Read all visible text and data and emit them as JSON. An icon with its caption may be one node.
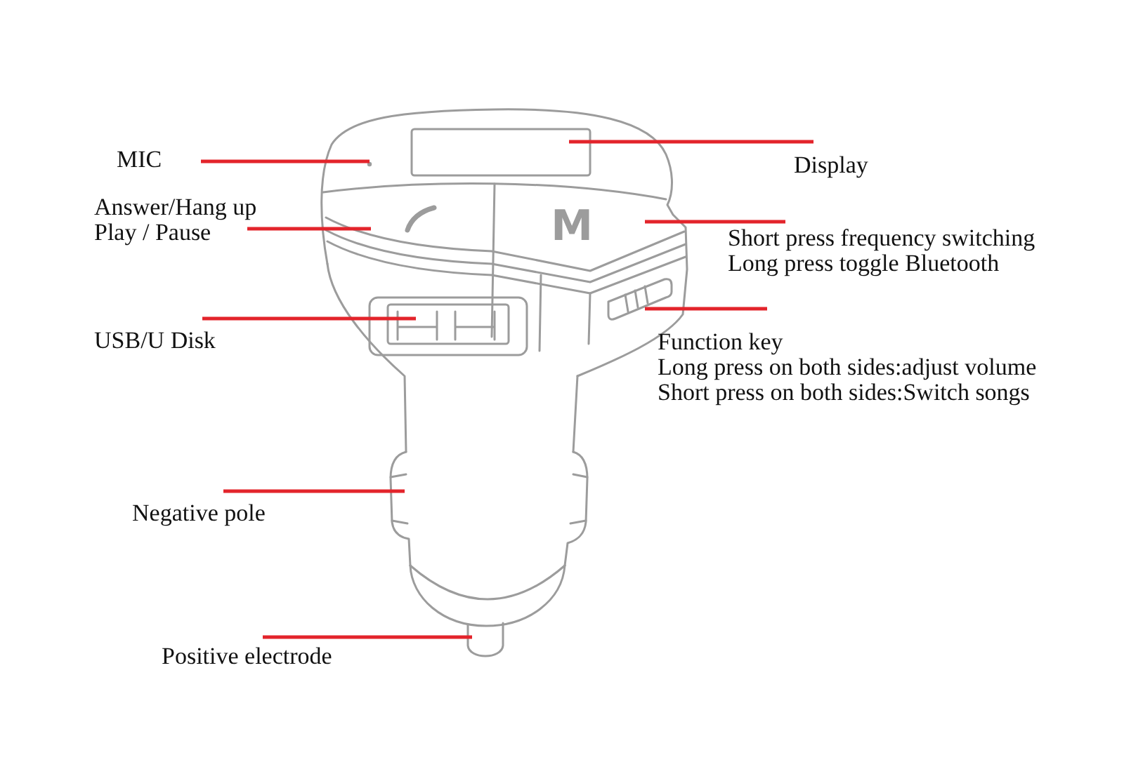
{
  "diagram": {
    "nodes": [
      {
        "text": [
          "MIC"
        ]
      },
      {
        "text": [
          "Display"
        ]
      },
      {
        "text": [
          "Answer/Hang up",
          "Play / Pause"
        ]
      },
      {
        "text": [
          "Short press frequency switching",
          "Long press toggle Bluetooth"
        ]
      },
      {
        "text": [
          "USB/U Disk"
        ]
      },
      {
        "text": [
          "Function key",
          "Long press on both sides:adjust volume",
          "Short press on both sides:Switch songs"
        ]
      },
      {
        "text": [
          "Negative pole"
        ]
      },
      {
        "text": [
          "Positive electrode"
        ]
      }
    ],
    "edges": [
      {
        "from": 0,
        "to": null,
        "arrow": "none"
      },
      {
        "from": 1,
        "to": null,
        "arrow": "none"
      },
      {
        "from": 2,
        "to": null,
        "arrow": "none"
      },
      {
        "from": 3,
        "to": null,
        "arrow": "none"
      },
      {
        "from": 4,
        "to": null,
        "arrow": "none"
      },
      {
        "from": 5,
        "to": null,
        "arrow": "none"
      },
      {
        "from": 6,
        "to": null,
        "arrow": "none"
      },
      {
        "from": 7,
        "to": null,
        "arrow": "none"
      }
    ],
    "labels": [
      "M"
    ]
  }
}
